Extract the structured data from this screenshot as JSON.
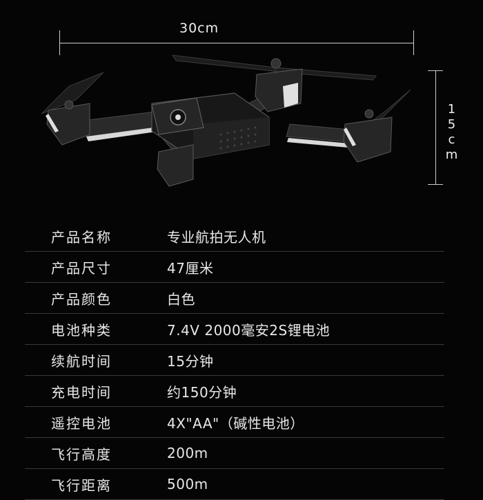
{
  "dimensions": {
    "width_label": "30cm",
    "height_label": "15cm"
  },
  "specs": [
    {
      "label": "产品名称",
      "value": "专业航拍无人机"
    },
    {
      "label": "产品尺寸",
      "value": "47厘米"
    },
    {
      "label": "产品颜色",
      "value": "白色"
    },
    {
      "label": "电池种类",
      "value": "7.4V 2000毫安2S锂电池"
    },
    {
      "label": "续航时间",
      "value": "15分钟"
    },
    {
      "label": "充电时间",
      "value": "约150分钟"
    },
    {
      "label": "遥控电池",
      "value": "4X\"AA\"（碱性电池）"
    },
    {
      "label": "飞行高度",
      "value": "200m"
    },
    {
      "label": "飞行距离",
      "value": "500m"
    }
  ]
}
